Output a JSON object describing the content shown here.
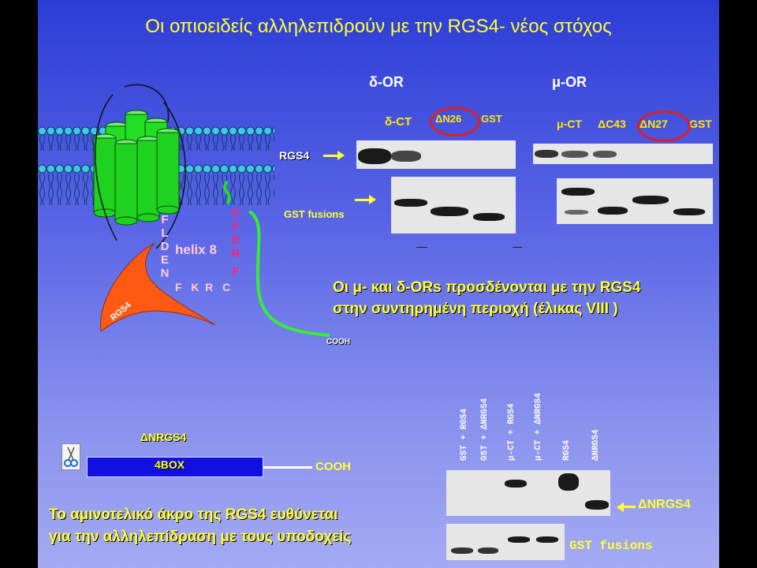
{
  "title": "Οι οπιοειδείς αλληλεπιδρούν με την RGS4- νέος στόχος",
  "diagram": {
    "rgs4_arrow_label": "RGS4",
    "gst_fusions_label": "GST fusions",
    "delta_or": "δ-OR",
    "mu_or": "μ-OR",
    "delta_lanes": [
      "δ-CT",
      "ΔN26",
      "GST"
    ],
    "mu_lanes": [
      "μ-CT",
      "ΔC43",
      "ΔN27",
      "GST"
    ],
    "helix_label": "helix 8",
    "left_letters": [
      "F",
      "L",
      "D",
      "E",
      "N"
    ],
    "right_letters": [
      "C",
      "F",
      "E",
      "R",
      "F"
    ],
    "bottom_letters": [
      "F",
      "K",
      "R",
      "C"
    ],
    "rgs4_shape_label": "RGS4",
    "cooh_small": "COOH",
    "finding_line1": "Οι μ- και  δ-ORs προσδένονται με την RGS4",
    "finding_line2": "στην συντηρημένη περιοχή   (έλικας VIII )",
    "construct_label": "ΔNRGS4",
    "box_label": "4BOX",
    "cooh": "COOH",
    "lower_lanes": [
      "GST + RGS4",
      "GST + ΔNRGS4",
      "μ-CT + RGS4",
      "μ-CT + ΔNRGS4",
      "RGS4",
      "ΔNRGS4"
    ],
    "dnrgs4_arrow_label": "ΔNRGS4",
    "lower_gst_fusions": "GST fusions",
    "conclusion_line1": "Το αμινοτελικό άκρο της RGS4 ευθύνεται",
    "conclusion_line2": "για την αλληλεπίδραση με τους υποδοχείς"
  },
  "colors": {
    "title": "#ffff33",
    "helix_green": "#22dd22",
    "rgs4_orange": "#ff5a14",
    "box_blue": "#1010e0",
    "lipid_cyan": "#3cc8e6"
  }
}
